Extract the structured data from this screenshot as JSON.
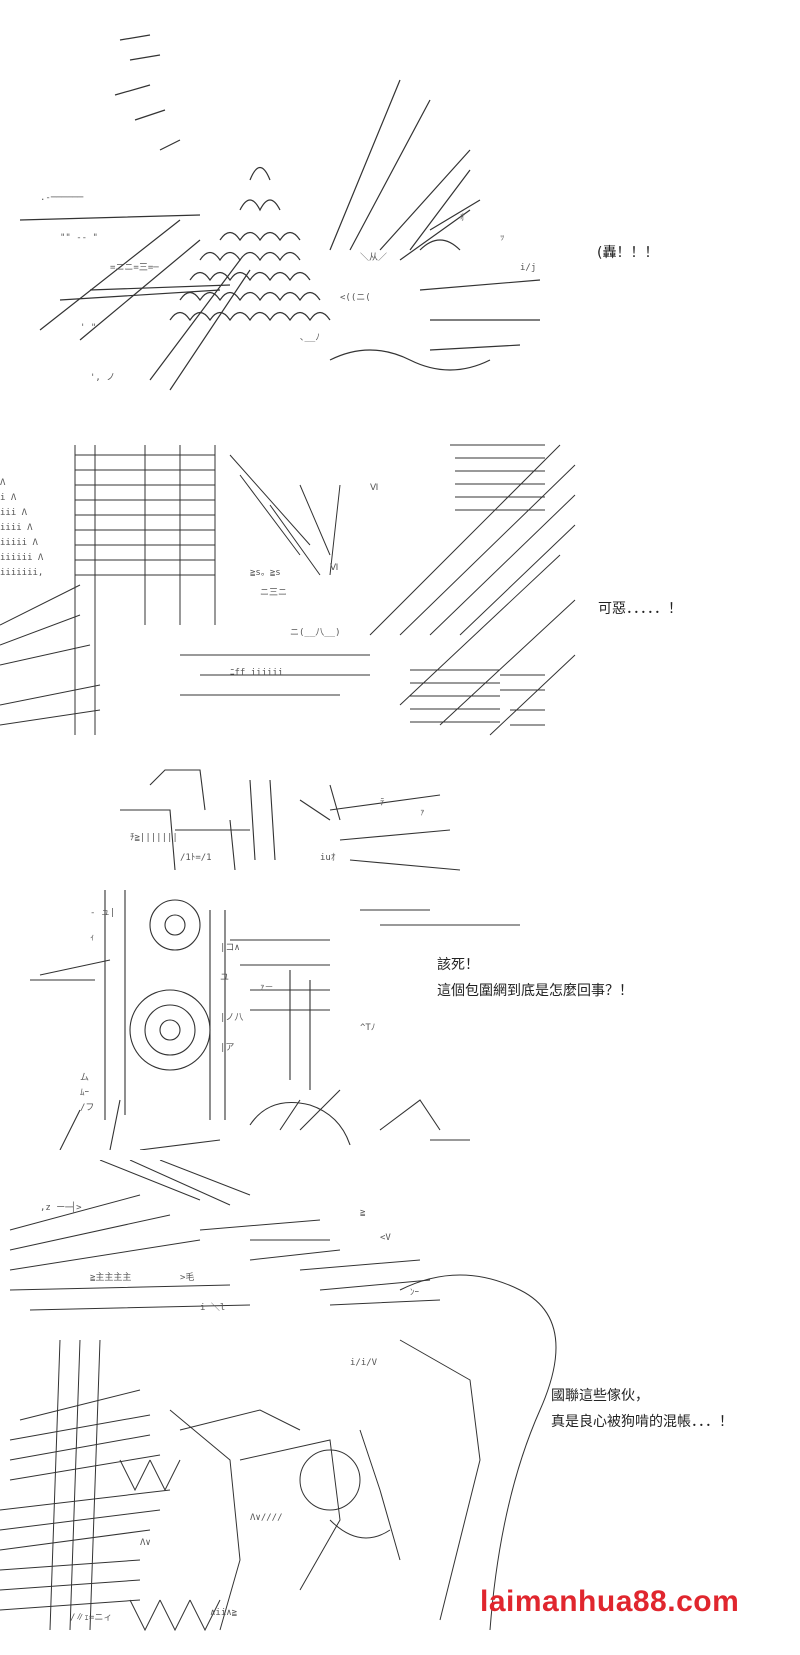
{
  "colors": {
    "background": "#ffffff",
    "ink": "#222222",
    "watermark": "#e0262e"
  },
  "panels": [
    {
      "dialogue": [
        "(轟！！！"
      ]
    },
    {
      "dialogue": [
        "可惡．．．．．！"
      ]
    },
    {
      "dialogue": [
        "該死！",
        "這個包圍網到底是怎麼回事？！"
      ]
    },
    {
      "dialogue": [
        "國聯這些傢伙，",
        "真是良心被狗啃的混帳．．．！"
      ]
    }
  ],
  "watermark": {
    "text": "laimanhua88.com"
  }
}
